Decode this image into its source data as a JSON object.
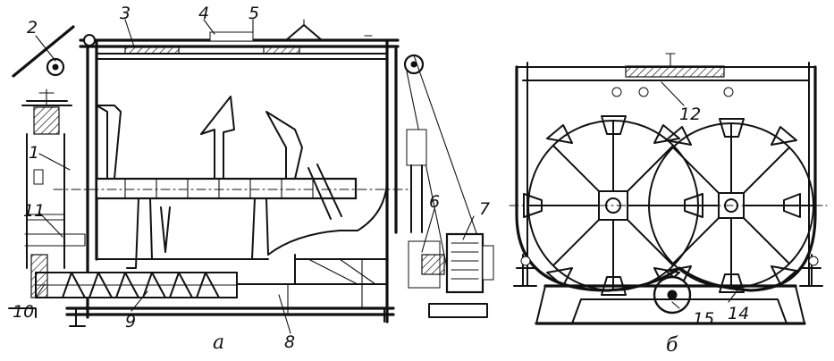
{
  "callouts": {
    "c1": "1",
    "c2": "2",
    "c3": "3",
    "c4": "4",
    "c5": "5",
    "c6": "6",
    "c7": "7",
    "c8": "8",
    "c9": "9",
    "c10": "10",
    "c11": "11",
    "c12": "12",
    "c14": "14",
    "c15": "15"
  },
  "views": {
    "a": "а",
    "b": "б"
  }
}
